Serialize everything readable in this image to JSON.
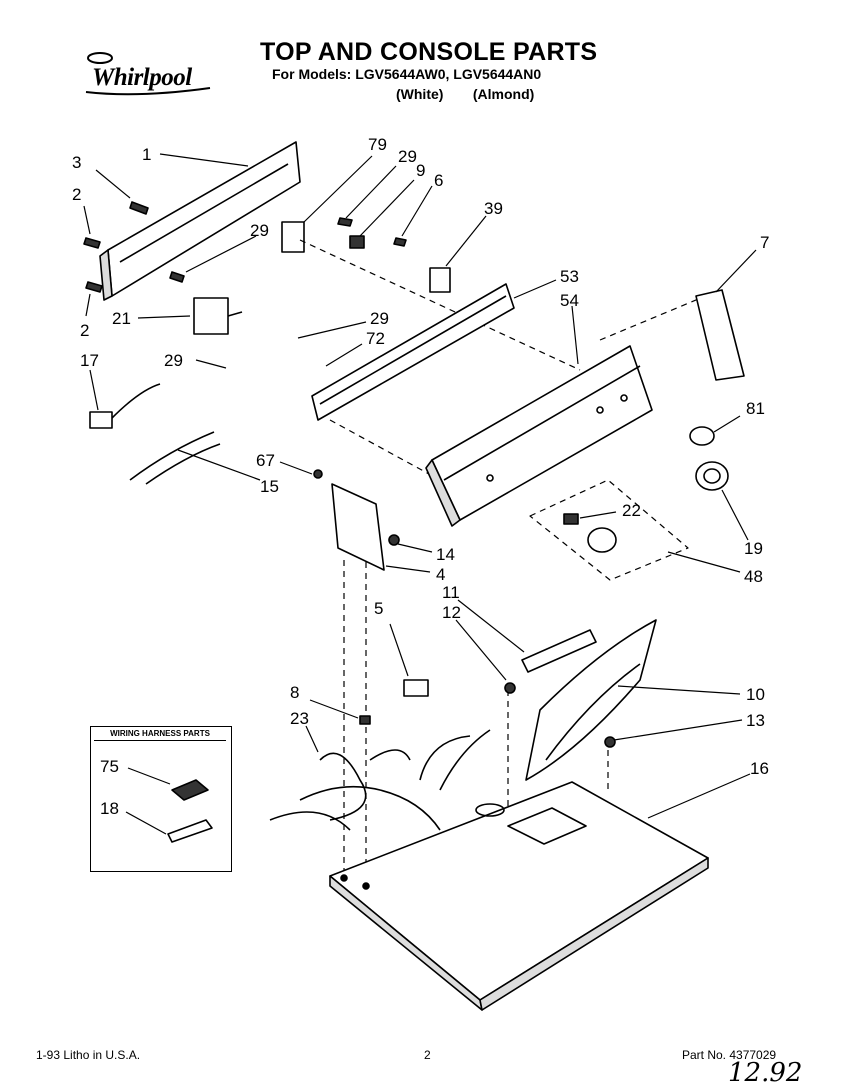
{
  "header": {
    "title": "TOP AND CONSOLE PARTS",
    "subtitle": "For Models: LGV5644AW0, LGV5644AN0",
    "variants": "(White)     (Almond)",
    "logo_text": "Whirlpool"
  },
  "harness_box": {
    "title": "WIRING HARNESS PARTS"
  },
  "callouts": {
    "c1": "1",
    "c2a": "2",
    "c2b": "2",
    "c3": "3",
    "c4": "4",
    "c5": "5",
    "c6": "6",
    "c7": "7",
    "c8": "8",
    "c9": "9",
    "c10": "10",
    "c11": "11",
    "c12": "12",
    "c13": "13",
    "c14": "14",
    "c15": "15",
    "c16": "16",
    "c17": "17",
    "c18": "18",
    "c19": "19",
    "c21": "21",
    "c22": "22",
    "c23": "23",
    "c29a": "29",
    "c29b": "29",
    "c29c": "29",
    "c29d": "29",
    "c39": "39",
    "c48": "48",
    "c53": "53",
    "c54": "54",
    "c67": "67",
    "c72": "72",
    "c75": "75",
    "c79": "79",
    "c81": "81"
  },
  "footer": {
    "left": "1-93  Litho in U.S.A.",
    "page": "2",
    "part_no": "Part No. 4377029",
    "handwritten": "12.92"
  }
}
